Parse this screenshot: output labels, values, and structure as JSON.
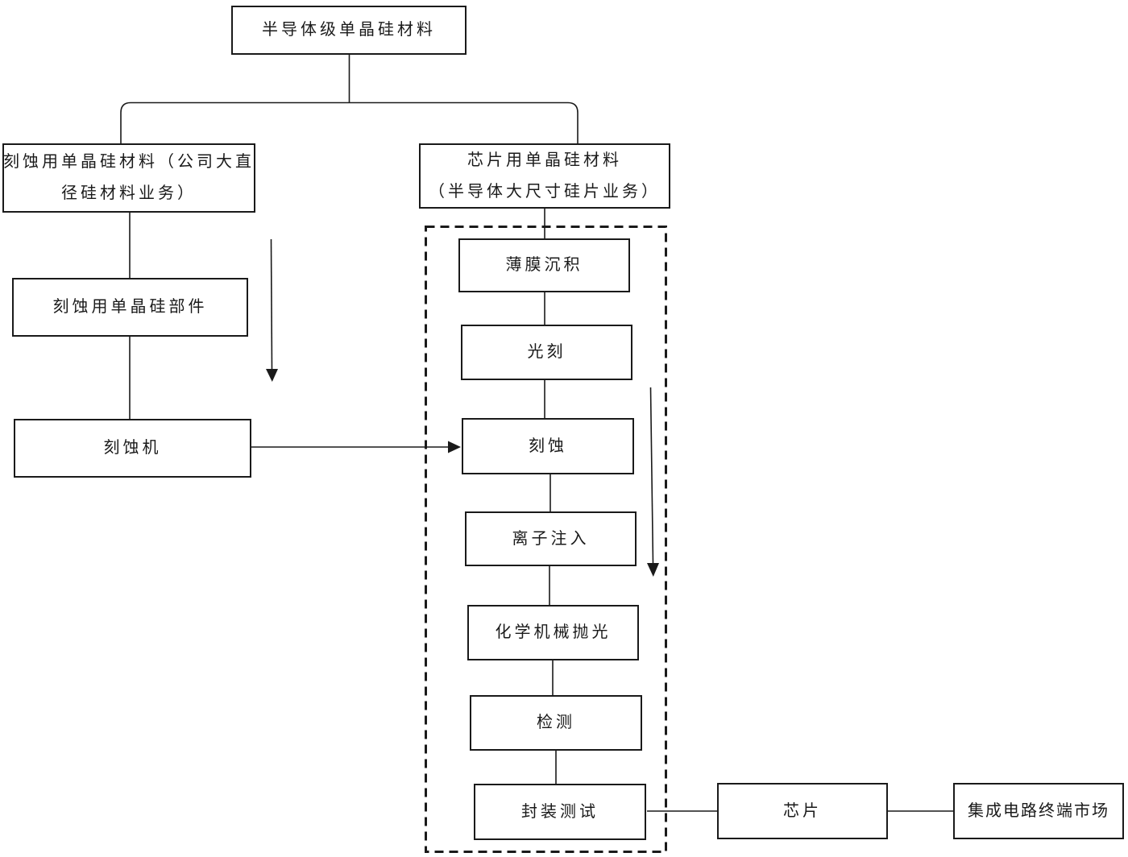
{
  "diagram": {
    "nodes": {
      "root": {
        "label": "半导体级单晶硅材料"
      },
      "etch_material": {
        "line1": "刻蚀用单晶硅材料（公司大直",
        "line2": "径硅材料业务）"
      },
      "chip_material": {
        "line1": "芯片用单晶硅材料",
        "line2": "（半导体大尺寸硅片业务）"
      },
      "etch_parts": {
        "label": "刻蚀用单晶硅部件"
      },
      "etch_machine": {
        "label": "刻蚀机"
      },
      "chip": {
        "label": "芯片"
      },
      "ic_market": {
        "label": "集成电路终端市场"
      }
    },
    "process_steps": [
      {
        "label": "薄膜沉积"
      },
      {
        "label": "光刻"
      },
      {
        "label": "刻蚀"
      },
      {
        "label": "离子注入"
      },
      {
        "label": "化学机械抛光"
      },
      {
        "label": "检测"
      },
      {
        "label": "封装测试"
      }
    ],
    "colors": {
      "line": "#1a1a1a",
      "background": "#ffffff"
    }
  }
}
